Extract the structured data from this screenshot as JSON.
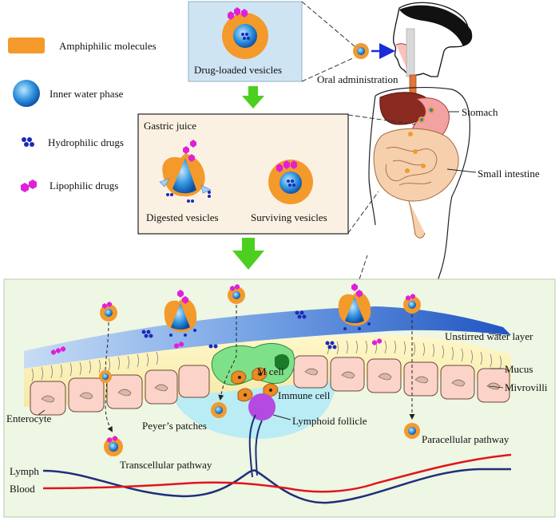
{
  "legend": {
    "amphiphilic": "Amphiphilic molecules",
    "inner_water": "Inner water phase",
    "hydrophilic": "Hydrophilic drugs",
    "lipophilic": "Lipophilic drugs"
  },
  "top_box": {
    "label": "Drug-loaded vesicles"
  },
  "oral": {
    "label": "Oral administration"
  },
  "anatomy": {
    "stomach": "Stomach",
    "small_intestine": "Small intestine"
  },
  "gastric_box": {
    "title": "Gastric juice",
    "digested": "Digested vesicles",
    "surviving": "Surviving vesicles"
  },
  "intestine": {
    "unstirred": "Unstirred water layer",
    "mucus": "Mucus",
    "microvilli": "Mivrovilli",
    "m_cell": "M cell",
    "immune_cell": "Immune cell",
    "enterocyte": "Enterocyte",
    "peyers": "Peyer’s patches",
    "lymphoid": "Lymphoid follicle",
    "paracellular": "Paracellular pathway",
    "transcellular": "Transcellular pathway",
    "lymph": "Lymph",
    "blood": "Blood"
  },
  "colors": {
    "orange": "#f39a2b",
    "blue": "#1d7fcf",
    "hydrophilic": "#1a2bb8",
    "lipophilic": "#e020d8",
    "green_arrow": "#4ccf1e",
    "bottom_panel": "#eef6e4",
    "water_layer": "#3b6fd0",
    "lymph_line": "#1f2f7a",
    "blood_line": "#e0141c",
    "peyers_dome": "#b9ecf4",
    "lymphoid_follicle": "#b44ae0"
  }
}
